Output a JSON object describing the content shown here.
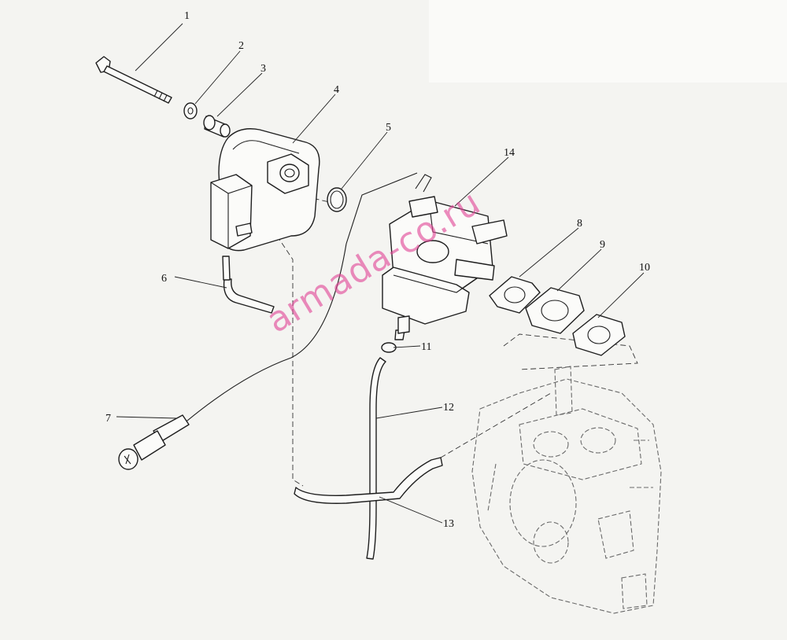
{
  "diagram": {
    "callouts": [
      "1",
      "2",
      "3",
      "4",
      "5",
      "6",
      "7",
      "8",
      "9",
      "10",
      "11",
      "12",
      "13",
      "14"
    ]
  },
  "watermark": {
    "text": "armada-co.ru",
    "color": "#e0468f"
  }
}
